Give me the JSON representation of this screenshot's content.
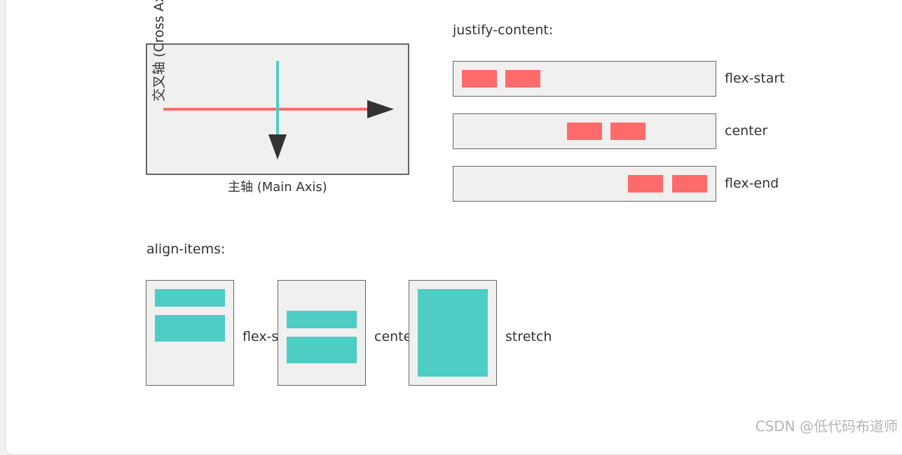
{
  "axes": {
    "main_axis_label": "主轴 (Main Axis)",
    "cross_axis_label": "交叉轴 (Cross Axis)"
  },
  "justify": {
    "heading": "justify-content:",
    "rows": [
      {
        "label": "flex-start"
      },
      {
        "label": "center"
      },
      {
        "label": "flex-end"
      }
    ]
  },
  "align": {
    "heading": "align-items:",
    "items": [
      {
        "label": "flex-start"
      },
      {
        "label": "center"
      },
      {
        "label": "stretch"
      }
    ]
  },
  "colors": {
    "accent_red": "#ff6b6b",
    "accent_teal": "#4ecdc4",
    "box_fill": "#f0f0f0",
    "box_border": "#666666",
    "arrow": "#333333"
  },
  "watermark": "CSDN @低代码布道师"
}
